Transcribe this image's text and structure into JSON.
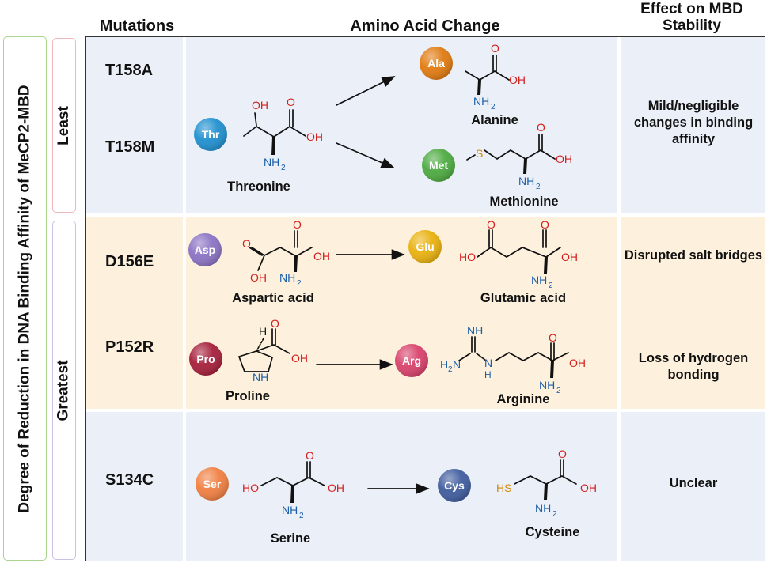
{
  "headers": {
    "mutations": "Mutations",
    "amino_acid_change": "Amino Acid Change",
    "effect": "Effect on MBD Stability"
  },
  "axis_label": "Degree of Reduction in DNA Binding Affinity of MeCP2-MBD",
  "levels": {
    "least": "Least",
    "greatest": "Greatest"
  },
  "mutations": [
    "T158A",
    "T158M",
    "D156E",
    "P152R",
    "S134C"
  ],
  "effects": {
    "least": "Mild/negligible changes in binding affinity",
    "d156e": "Disrupted salt bridges",
    "p152r": "Loss of hydrogen bonding",
    "s134c": "Unclear"
  },
  "amino_acids": {
    "thr": {
      "abbr": "Thr",
      "name": "Threonine",
      "color": "#1f8fcf"
    },
    "ala": {
      "abbr": "Ala",
      "name": "Alanine",
      "color": "#e07a10"
    },
    "met": {
      "abbr": "Met",
      "name": "Methionine",
      "color": "#4caa3f"
    },
    "asp": {
      "abbr": "Asp",
      "name": "Aspartic acid",
      "color": "#8a72c4"
    },
    "glu": {
      "abbr": "Glu",
      "name": "Glutamic acid",
      "color": "#e9b10e"
    },
    "pro": {
      "abbr": "Pro",
      "name": "Proline",
      "color": "#a51f3a"
    },
    "arg": {
      "abbr": "Arg",
      "name": "Arginine",
      "color": "#d8416b"
    },
    "ser": {
      "abbr": "Ser",
      "name": "Serine",
      "color": "#f07f41"
    },
    "cys": {
      "abbr": "Cys",
      "name": "Cysteine",
      "color": "#3f5c9e"
    }
  },
  "atoms": {
    "oh": "OH",
    "ho": "HO",
    "o": "O",
    "n": "N",
    "h": "H",
    "nh": "NH",
    "hs": "HS",
    "s": "S",
    "sub2": "2"
  },
  "colors": {
    "least_bg": "#ebf0f8",
    "greatest_bg": "#fdf1de",
    "grid": "#ffffff",
    "axis_border": "#a9d58f",
    "least_border": "#f1b8bb",
    "greatest_border": "#cdc2e6",
    "oxygen": "#d3201f",
    "nitrogen": "#1b5fa8",
    "sulfur": "#d08a0a"
  }
}
